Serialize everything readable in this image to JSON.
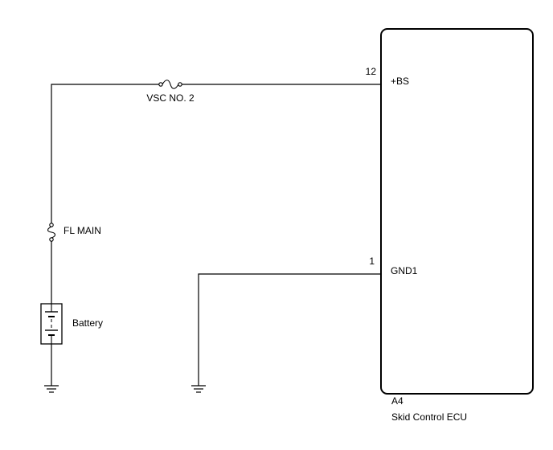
{
  "ecu": {
    "connector": "A4",
    "name": "Skid Control ECU",
    "terminals": [
      {
        "pin": "12",
        "name": "+BS"
      },
      {
        "pin": "1",
        "name": "GND1"
      }
    ]
  },
  "fuses": [
    {
      "name": "VSC NO. 2"
    },
    {
      "name": "FL MAIN"
    }
  ],
  "battery": {
    "label": "Battery"
  }
}
